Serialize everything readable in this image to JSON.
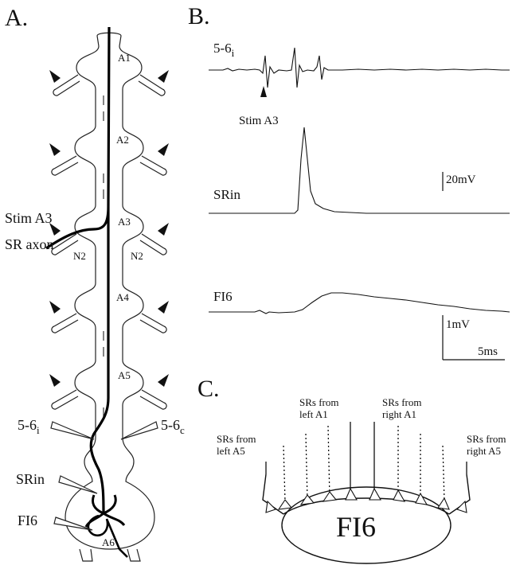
{
  "panels": {
    "a": "A.",
    "b": "B.",
    "c": "C."
  },
  "panel_a": {
    "segments": [
      "A1",
      "A2",
      "A3",
      "A4",
      "A5",
      "A6"
    ],
    "nerve_left": "N2",
    "nerve_right": "N2",
    "stim": "Stim A3",
    "sr_axon": "SR axon",
    "elec_56i_main": "5-6",
    "elec_56i_sub": "i",
    "elec_56c_main": "5-6",
    "elec_56c_sub": "c",
    "srin": "SRin",
    "fi6": "FI6"
  },
  "panel_b": {
    "trace1_main": "5-6",
    "trace1_sub": "i",
    "stim_label": "Stim A3",
    "trace2": "SRin",
    "trace3": "FI6",
    "scale_srin": "20mV",
    "scale_fi6": "1mV",
    "scale_time": "5ms"
  },
  "panel_c": {
    "neuron": "FI6",
    "sr_left_a5": [
      "SRs from",
      "left A5"
    ],
    "sr_left_a1": [
      "SRs from",
      "left A1"
    ],
    "sr_right_a1": [
      "SRs from",
      "right  A1"
    ],
    "sr_right_a5": [
      "SRs from",
      "right  A5"
    ]
  }
}
